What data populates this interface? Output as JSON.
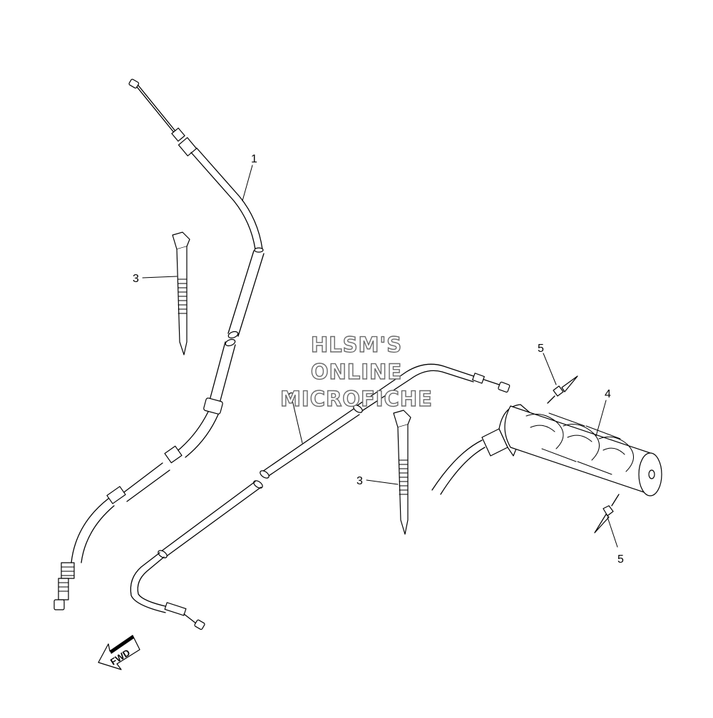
{
  "diagram": {
    "callouts": [
      {
        "id": "1",
        "label": "1"
      },
      {
        "id": "2",
        "label": "2"
      },
      {
        "id": "3a",
        "label": "3"
      },
      {
        "id": "3b",
        "label": "3"
      },
      {
        "id": "4",
        "label": "4"
      },
      {
        "id": "5a",
        "label": "5"
      },
      {
        "id": "5b",
        "label": "5"
      }
    ],
    "fwd_label": "FWD",
    "watermark": [
      "HLSM'S",
      "ONLINE",
      "MICROFICHE"
    ]
  }
}
